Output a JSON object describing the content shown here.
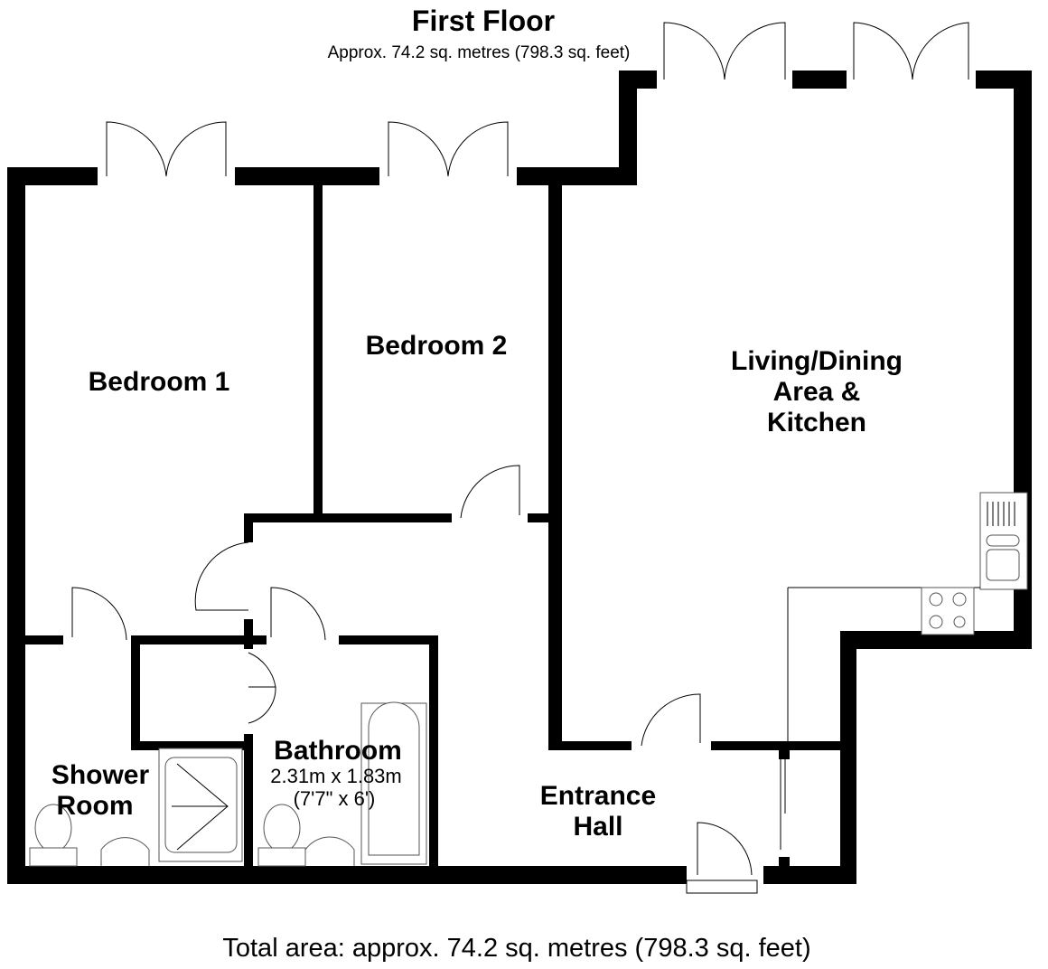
{
  "header": {
    "title": "First Floor",
    "subtitle": "Approx. 74.2 sq. metres (798.3 sq. feet)"
  },
  "rooms": {
    "bedroom1": "Bedroom 1",
    "bedroom2": "Bedroom 2",
    "living": [
      "Living/Dining",
      "Area &",
      "Kitchen"
    ],
    "shower": [
      "Shower",
      "Room"
    ],
    "bathroom": {
      "name": "Bathroom",
      "dim_metric": "2.31m x 1.83m",
      "dim_imperial": "(7'7\" x 6')"
    },
    "hall": [
      "Entrance",
      "Hall"
    ]
  },
  "footer": {
    "total": "Total area: approx. 74.2 sq. metres (798.3 sq. feet)"
  }
}
